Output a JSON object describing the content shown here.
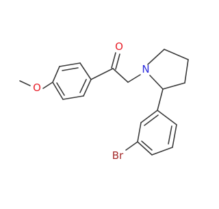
{
  "molecule": {
    "atom_labels": {
      "oxygen_carbonyl": "O",
      "oxygen_ether": "O",
      "nitrogen": "N",
      "bromine": "Br"
    },
    "colors": {
      "bond": "#3a3a3a",
      "oxygen": "#e8202a",
      "nitrogen": "#2b2bdc",
      "bromine": "#a52a2a"
    }
  }
}
